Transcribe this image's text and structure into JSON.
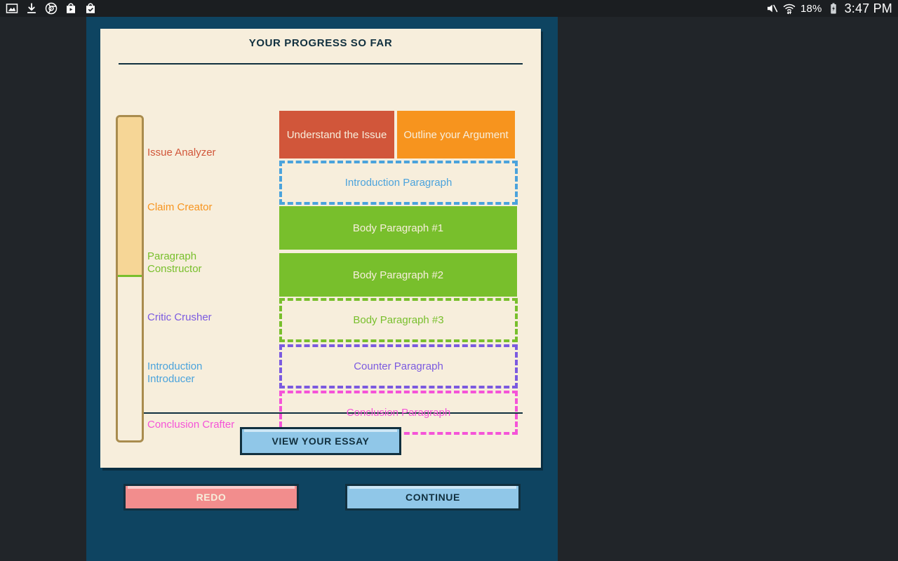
{
  "statusbar": {
    "icons_left": [
      "gallery-icon",
      "download-icon",
      "chrome-icon",
      "play-store-icon",
      "play-store-check-icon"
    ],
    "mute_icon": "mute-icon",
    "wifi_icon": "wifi-updown-icon",
    "battery_percent": "18%",
    "battery_icon": "battery-charging-icon",
    "clock": "3:47 PM"
  },
  "card": {
    "title": "YOUR PROGRESS SO FAR",
    "view_essay_label": "VIEW YOUR ESSAY"
  },
  "meter": {
    "fill_percent": 49.5,
    "border_color": "#a98c4e",
    "fill_color": "#f6d696",
    "marker_color": "#78bf2c"
  },
  "stages": [
    {
      "label": "Issue Analyzer",
      "color": "#d1563a"
    },
    {
      "label": "Claim Creator",
      "color": "#f7941e"
    },
    {
      "label": "Paragraph\nConstructor",
      "color": "#78bf2c"
    },
    {
      "label": "Critic Crusher",
      "color": "#7b5ae0"
    },
    {
      "label": "Introduction\nIntroducer",
      "color": "#4ba3dc"
    },
    {
      "label": "Conclusion Crafter",
      "color": "#f553d8"
    }
  ],
  "blocks": [
    {
      "label": "Understand the Issue",
      "state": "complete",
      "color": "#d1563a"
    },
    {
      "label": "Outline your Argument",
      "state": "complete",
      "color": "#f7941e"
    },
    {
      "label": "Introduction Paragraph",
      "state": "pending",
      "color": "#4ba3dc"
    },
    {
      "label": "Body Paragraph #1",
      "state": "complete",
      "color": "#78bf2c"
    },
    {
      "label": "Body Paragraph #2",
      "state": "complete",
      "color": "#78bf2c"
    },
    {
      "label": "Body Paragraph #3",
      "state": "pending",
      "color": "#78bf2c"
    },
    {
      "label": "Counter Paragraph",
      "state": "pending",
      "color": "#7b5ae0"
    },
    {
      "label": "Conclusion Paragraph",
      "state": "pending",
      "color": "#f553d8"
    }
  ],
  "footer": {
    "redo_label": "REDO",
    "continue_label": "CONTINUE"
  },
  "colors": {
    "page_background": "#0e4461",
    "card_background": "#f7eedc",
    "ink": "#11303f",
    "accent_blue": "#90c7e8",
    "accent_red": "#f28d8d",
    "outer_background": "#212529",
    "statusbar_background": "#1b1e21"
  }
}
